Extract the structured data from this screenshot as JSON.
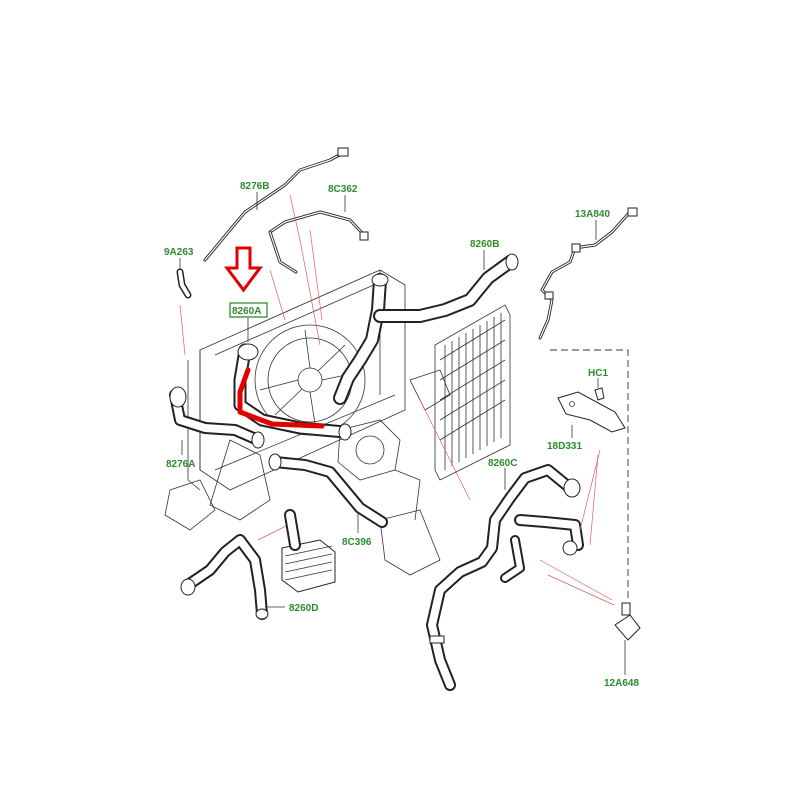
{
  "labels": {
    "l8276B": "8276B",
    "l8C362": "8C362",
    "l9A263": "9A263",
    "l8260A": "8260A",
    "l8260B": "8260B",
    "l13A840": "13A840",
    "lHC1": "HC1",
    "l18D331": "18D331",
    "l8276A": "8276A",
    "l8260C": "8260C",
    "l8C396": "8C396",
    "l8260D": "8260D",
    "l12A648": "12A648"
  },
  "colors": {
    "label_text": "#2e8b2e",
    "highlight_box": "#2e8b2e",
    "arrow": "#e00000",
    "leader_lines": "#e06060",
    "line_art": "#222222"
  },
  "icons": {
    "arrow": "down-arrow-outline-icon",
    "highlight": "red-hose-highlight"
  }
}
